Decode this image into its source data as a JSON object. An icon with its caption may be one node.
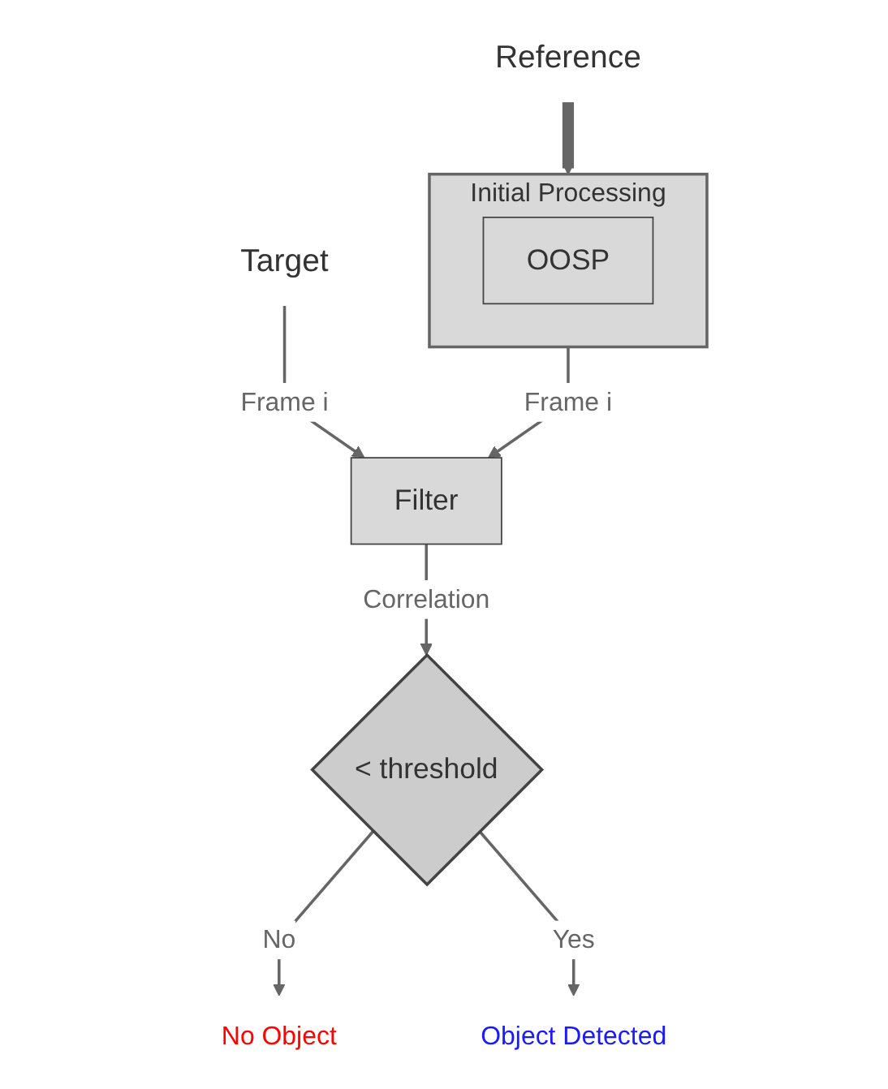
{
  "diagram": {
    "nodes": [
      {
        "text": [
          "Reference"
        ]
      },
      {
        "text": [
          "Initial Processing"
        ]
      },
      {
        "text": [
          "OOSP"
        ],
        "in": 1
      },
      {
        "text": [
          "Target"
        ]
      },
      {
        "text": [
          "Filter"
        ]
      },
      {
        "text": [
          "< threshold"
        ]
      },
      {
        "text": [
          "No Object"
        ]
      },
      {
        "text": [
          "Object Detected"
        ]
      }
    ],
    "edges": [
      {
        "from": 0,
        "to": 1,
        "arrow": "to",
        "style": "thick"
      },
      {
        "from": 1,
        "to": 4,
        "arrow": "to",
        "label": "Frame i"
      },
      {
        "from": 3,
        "to": 4,
        "arrow": "to",
        "label": "Frame i"
      },
      {
        "from": 4,
        "to": 5,
        "arrow": "to",
        "label": "Correlation"
      },
      {
        "from": 5,
        "to": 6,
        "arrow": "to",
        "label": "No"
      },
      {
        "from": 5,
        "to": 7,
        "arrow": "to",
        "label": "Yes"
      }
    ]
  }
}
